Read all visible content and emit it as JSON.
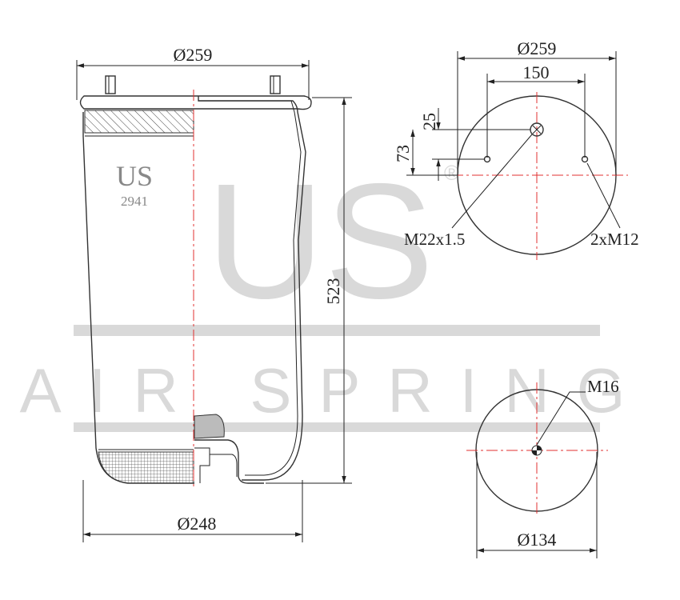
{
  "watermark": {
    "logo": "US",
    "tagline": "AIR SPRING",
    "registered": "®"
  },
  "part": {
    "brand": "US",
    "number": "2941"
  },
  "dimensions": {
    "top_diameter_side": "Ø259",
    "bottom_diameter": "Ø248",
    "height": "523",
    "top_diameter_plan": "Ø259",
    "bolt_spacing": "150",
    "offset_25": "25",
    "offset_73": "73",
    "base_diameter": "Ø134"
  },
  "threads": {
    "air_inlet": "M22x1.5",
    "studs": "2xM12",
    "base": "M16"
  },
  "colors": {
    "centerline": "#e03030",
    "watermark": "#d9d9d9",
    "line": "#222222"
  }
}
